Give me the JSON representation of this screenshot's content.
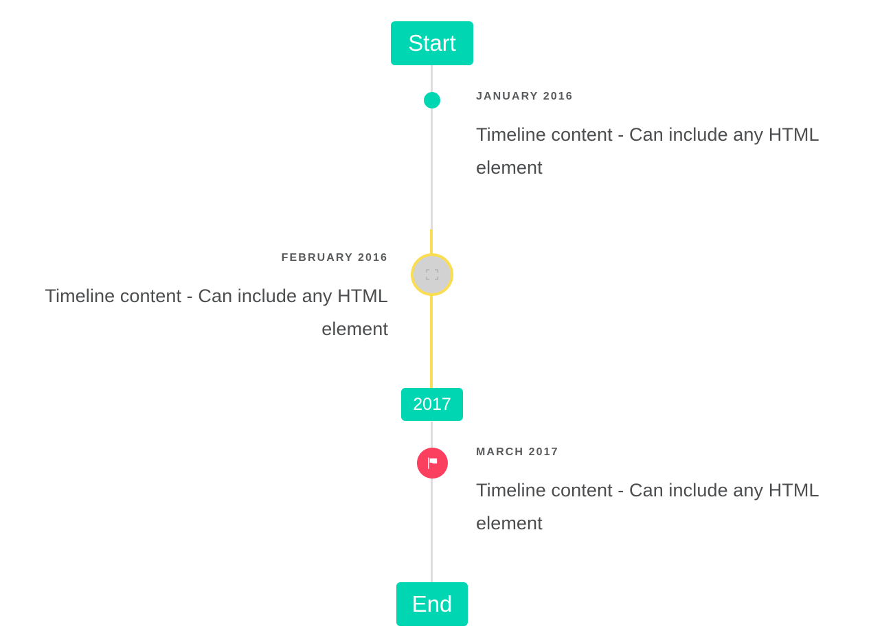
{
  "timeline": {
    "labels": {
      "start": "Start",
      "middle": "2017",
      "end": "End"
    },
    "entries": [
      {
        "date": "JANUARY 2016",
        "body": "Timeline content - Can include any HTML element",
        "side": "right",
        "marker": "dot-marker",
        "marker_color": "#01d6b3"
      },
      {
        "date": "FEBRUARY 2016",
        "body": "Timeline content - Can include any HTML element",
        "side": "left",
        "marker": "broken-image-icon",
        "marker_color": "#fbdd53"
      },
      {
        "date": "MARCH 2017",
        "body": "Timeline content - Can include any HTML element",
        "side": "right",
        "marker": "flag-icon",
        "marker_color": "#fb3f5f"
      }
    ],
    "colors": {
      "accent_teal": "#01d6b3",
      "accent_yellow": "#fbdd53",
      "accent_pink": "#fb3f5f",
      "line_gray": "#dddddd",
      "marker_fill_gray": "#d2d2d2",
      "date_text": "#57595b",
      "body_text": "#4b4d4f",
      "background": "#ffffff"
    }
  }
}
